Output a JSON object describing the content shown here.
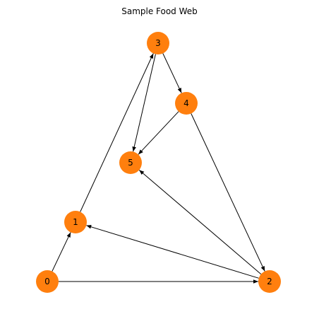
{
  "title": "Sample Food Web",
  "node_color": "#ff7f0e",
  "edge_color": "#000000",
  "nodes": [
    {
      "id": "0",
      "label": "0"
    },
    {
      "id": "1",
      "label": "1"
    },
    {
      "id": "2",
      "label": "2"
    },
    {
      "id": "3",
      "label": "3"
    },
    {
      "id": "4",
      "label": "4"
    },
    {
      "id": "5",
      "label": "5"
    }
  ],
  "edges": [
    {
      "from": "0",
      "to": "1"
    },
    {
      "from": "0",
      "to": "2"
    },
    {
      "from": "1",
      "to": "3"
    },
    {
      "from": "2",
      "to": "1"
    },
    {
      "from": "2",
      "to": "5"
    },
    {
      "from": "3",
      "to": "4"
    },
    {
      "from": "3",
      "to": "5"
    },
    {
      "from": "4",
      "to": "5"
    },
    {
      "from": "4",
      "to": "2"
    }
  ]
}
